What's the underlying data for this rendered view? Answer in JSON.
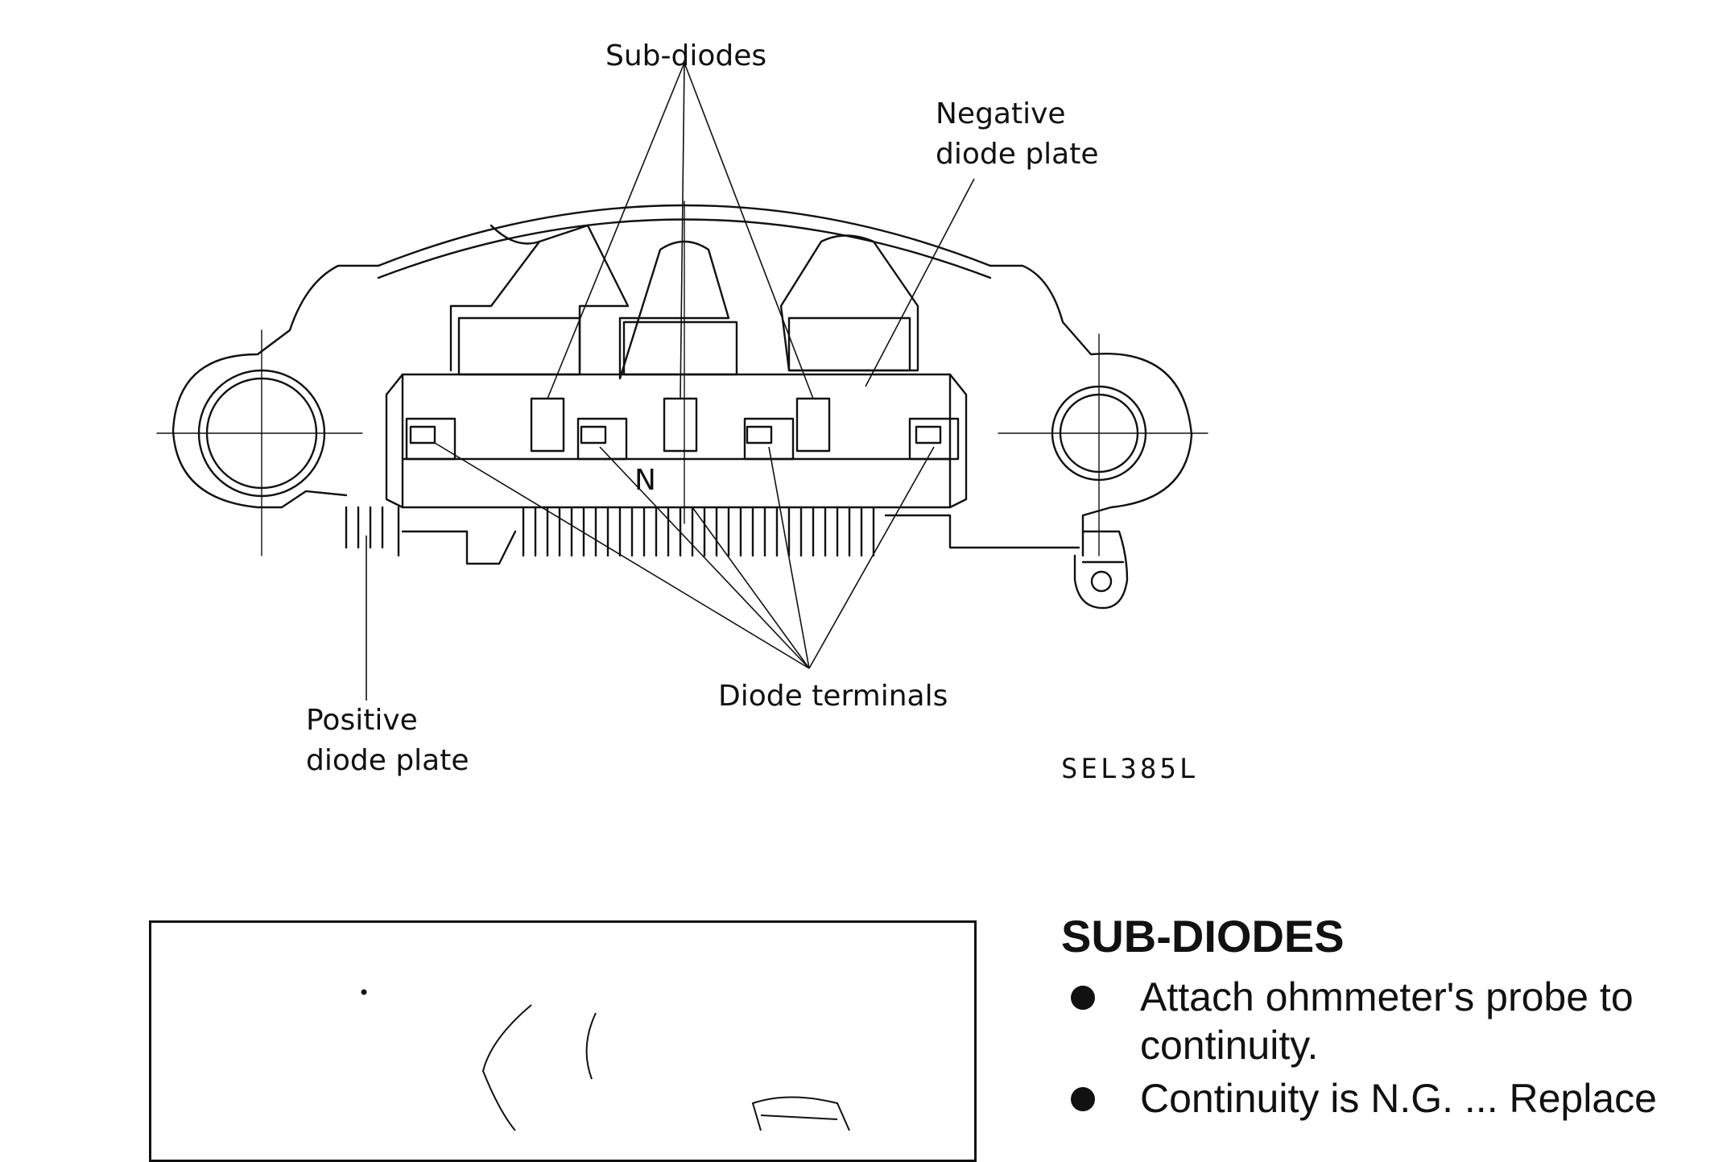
{
  "figure_top": {
    "labels": {
      "sub_diodes": "Sub-diodes",
      "negative_diode_plate_1": "Negative",
      "negative_diode_plate_2": "diode plate",
      "positive_diode_plate_1": "Positive",
      "positive_diode_plate_2": "diode plate",
      "diode_terminals": "Diode terminals",
      "n_mark": "N"
    },
    "figure_code": "SEL385L"
  },
  "section": {
    "heading": "SUB-DIODES",
    "bullets": [
      "Attach ohmmeter's probe to continuity.",
      "Continuity is N.G. ... Replace"
    ]
  }
}
